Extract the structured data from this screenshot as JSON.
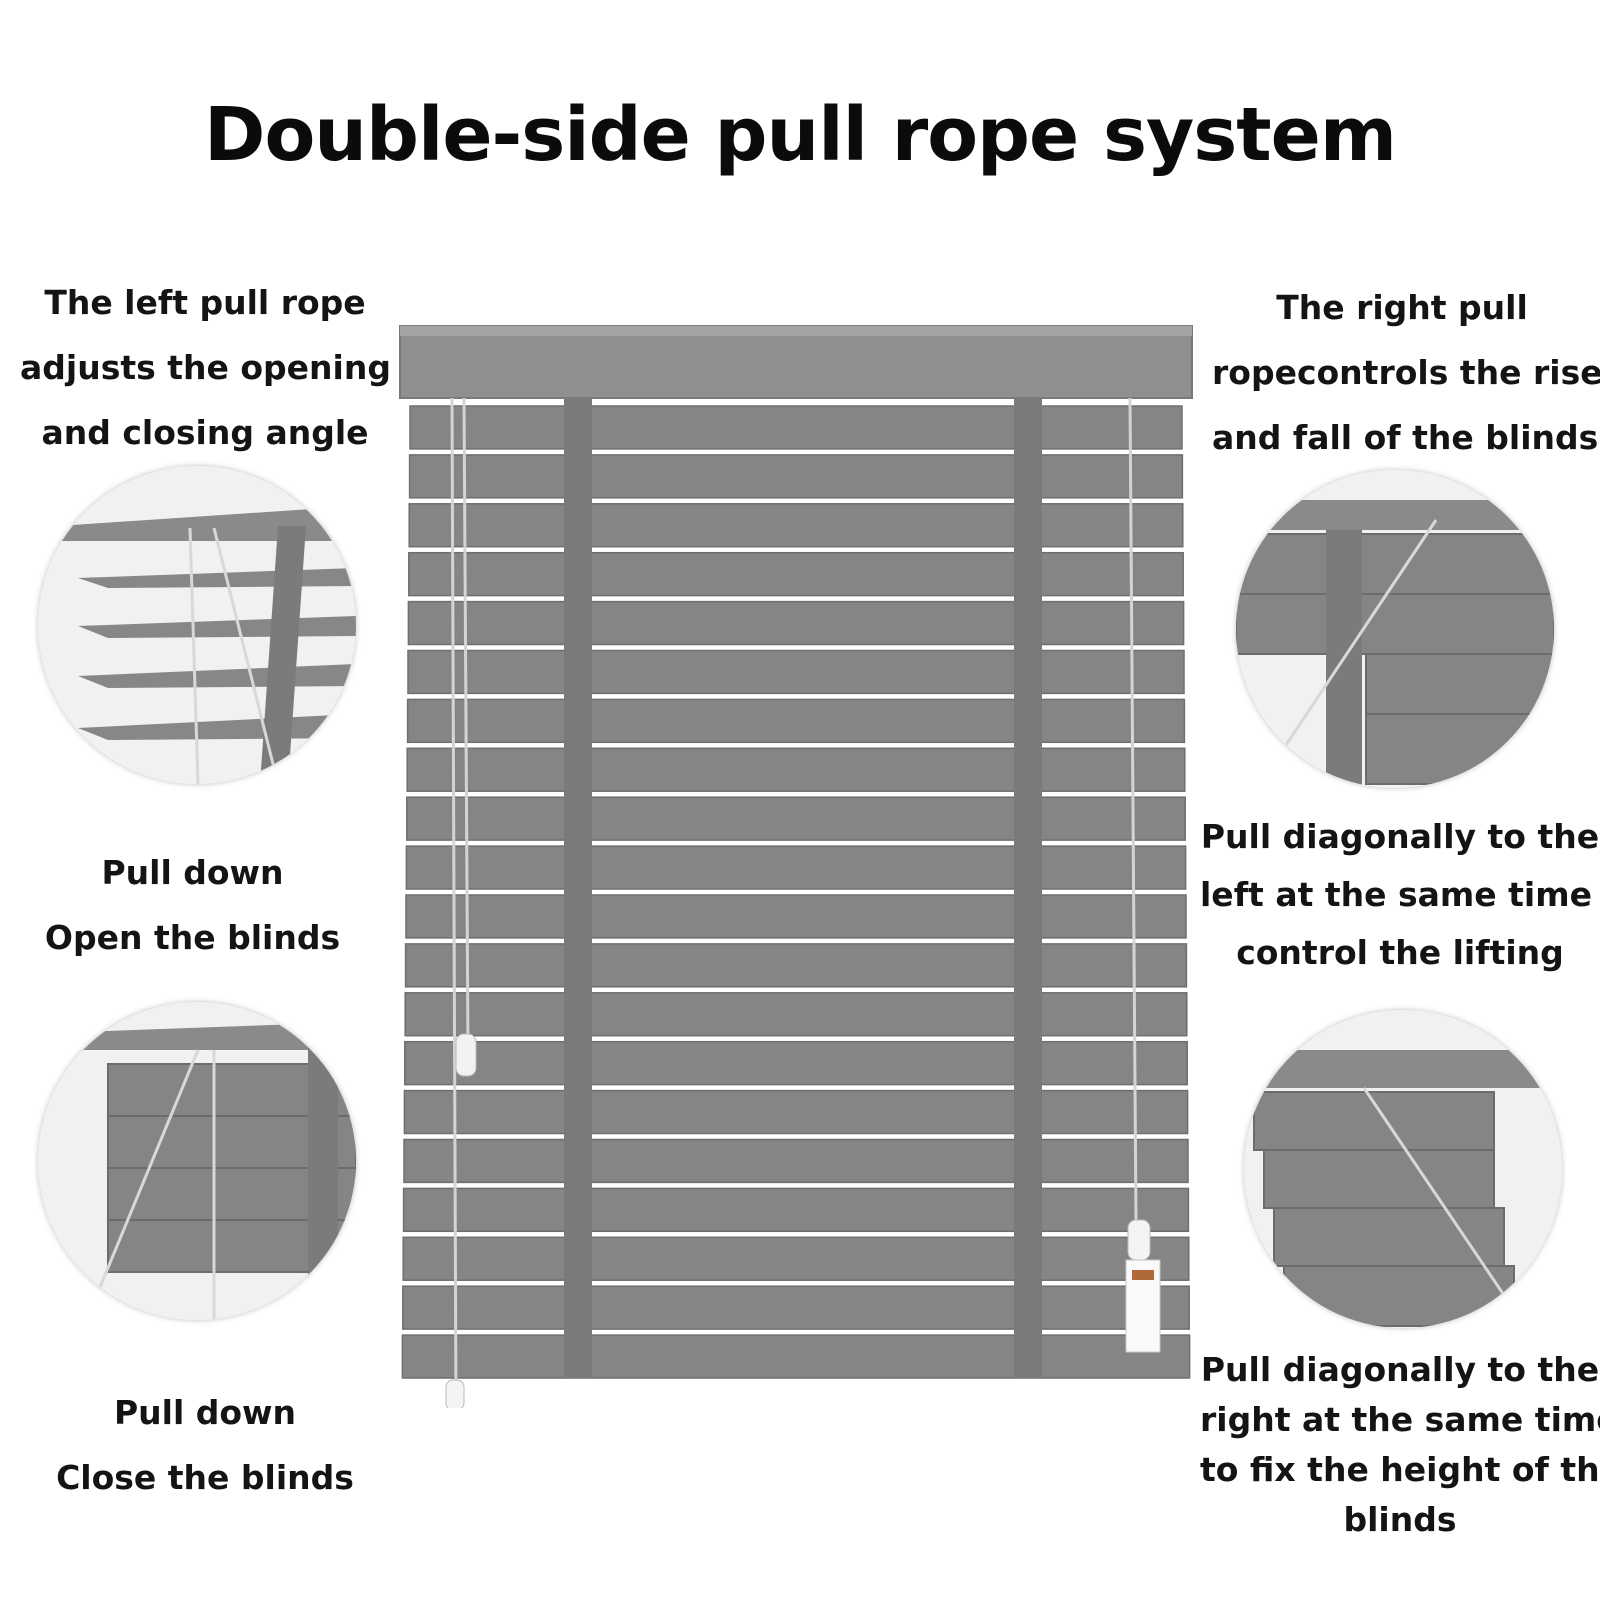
{
  "title": "Double-side pull rope system",
  "left_top_caption": [
    "The left pull rope",
    "adjusts the opening",
    "and closing angle"
  ],
  "left_mid_caption": [
    "Pull down",
    "Open the blinds"
  ],
  "left_bottom_caption": [
    "Pull down",
    "Close the blinds"
  ],
  "right_top_caption": [
    "The right pull",
    "ropecontrols the rise",
    "and fall of the blinds"
  ],
  "right_mid_caption": [
    "Pull diagonally to the",
    "left at the same time too",
    "control the lifting"
  ],
  "right_bottom_caption": [
    "Pull diagonally to the",
    "right at the same time",
    "to fix the height of the",
    "blinds"
  ],
  "colors": {
    "slat": "#858585",
    "slat_edge": "#6e6e6e",
    "headrail": "#8f8f8f",
    "tape": "#7a7a7a",
    "cord": "#cfcfcf",
    "background": "#ffffff"
  },
  "blind": {
    "slat_count": 20
  }
}
